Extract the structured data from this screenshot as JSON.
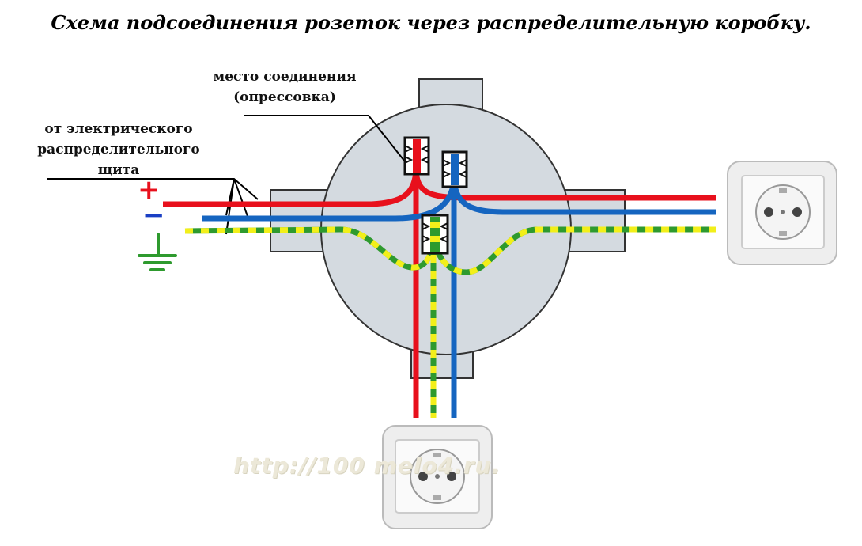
{
  "title": "Схема подсоединения розеток через распределительную коробку.",
  "labels": {
    "junction_line1": "место соединения",
    "junction_line2": "(опрессовка)",
    "source_line1": "от электрического",
    "source_line2": "распределительного",
    "source_line3": "щита"
  },
  "symbols": {
    "plus": "+",
    "minus": "−"
  },
  "watermark": "http://100 melo4.ru.",
  "colors": {
    "phase": "#e8101c",
    "neutral": "#1565c0",
    "earth_green": "#2e9a2e",
    "earth_yellow": "#f2ef1a",
    "box": "#d4dae0"
  },
  "icons": [
    "ground-symbol-icon",
    "socket-icon",
    "connector-icon"
  ]
}
